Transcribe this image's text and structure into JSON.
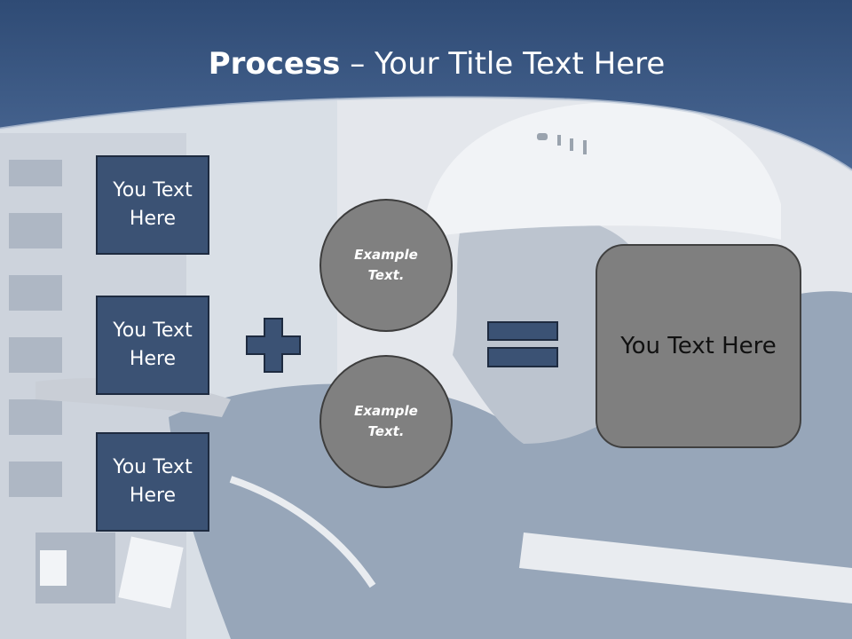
{
  "title": {
    "bold": "Process",
    "rest": " – Your Title Text Here"
  },
  "boxes": [
    {
      "label": "You Text Here"
    },
    {
      "label": "You Text Here"
    },
    {
      "label": "You Text Here"
    }
  ],
  "circles": [
    {
      "label": "Example Text."
    },
    {
      "label": "Example Text."
    }
  ],
  "result": {
    "label": "You Text Here"
  },
  "colors": {
    "header": "#365686",
    "box": "#3b5274",
    "circle": "#808080",
    "result": "#7f7f7f"
  },
  "icons": {
    "plus": "plus-icon",
    "equals": "equals-icon"
  }
}
